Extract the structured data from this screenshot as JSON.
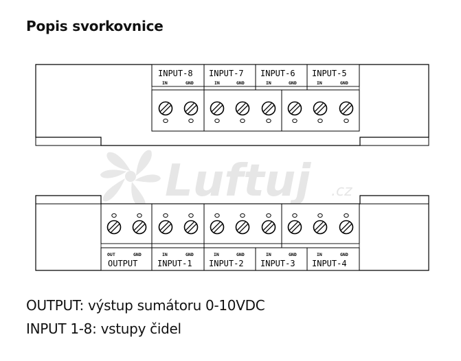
{
  "title": "Popis svorkovnice",
  "top_block": {
    "groups": [
      {
        "label": "INPUT-8",
        "pins": [
          "IN",
          "GND"
        ]
      },
      {
        "label": "INPUT-7",
        "pins": [
          "IN",
          "GND"
        ]
      },
      {
        "label": "INPUT-6",
        "pins": [
          "IN",
          "GND"
        ]
      },
      {
        "label": "INPUT-5",
        "pins": [
          "IN",
          "GND"
        ]
      }
    ]
  },
  "bottom_block": {
    "groups": [
      {
        "label": "OUTPUT",
        "pins": [
          "OUT",
          "GND"
        ]
      },
      {
        "label": "INPUT-1",
        "pins": [
          "IN",
          "GND"
        ]
      },
      {
        "label": "INPUT-2",
        "pins": [
          "IN",
          "GND"
        ]
      },
      {
        "label": "INPUT-3",
        "pins": [
          "IN",
          "GND"
        ]
      },
      {
        "label": "INPUT-4",
        "pins": [
          "IN",
          "GND"
        ]
      }
    ]
  },
  "watermark": {
    "brand": "Luftuj",
    "suffix": ".cz"
  },
  "descriptions": [
    "OUTPUT: výstup sumátoru 0-10VDC",
    "INPUT 1-8: vstupy čidel"
  ]
}
